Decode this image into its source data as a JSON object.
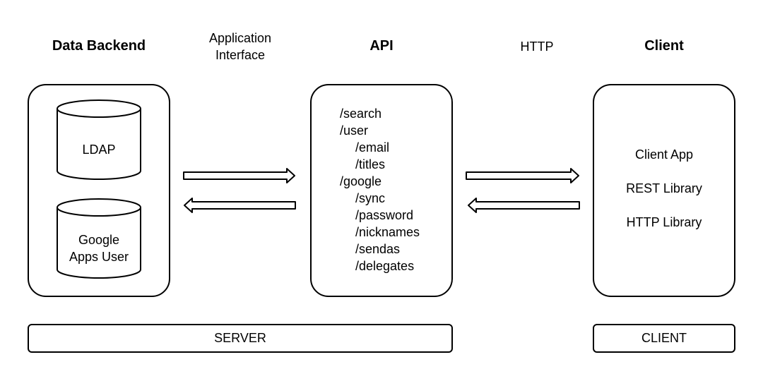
{
  "headings": {
    "backend": "Data Backend",
    "app_interface": "Application\nInterface",
    "api": "API",
    "http": "HTTP",
    "client": "Client"
  },
  "backend": {
    "databases": [
      {
        "label": "LDAP",
        "icon": "database-cylinder-icon"
      },
      {
        "label": "Google\nApps User",
        "icon": "database-cylinder-icon"
      }
    ]
  },
  "api": {
    "endpoints": [
      {
        "path": "/search",
        "level": 0
      },
      {
        "path": "/user",
        "level": 0
      },
      {
        "path": "/email",
        "level": 1
      },
      {
        "path": "/titles",
        "level": 1
      },
      {
        "path": "/google",
        "level": 0
      },
      {
        "path": "/sync",
        "level": 1
      },
      {
        "path": "/password",
        "level": 1
      },
      {
        "path": "/nicknames",
        "level": 1
      },
      {
        "path": "/sendas",
        "level": 1
      },
      {
        "path": "/delegates",
        "level": 1
      }
    ]
  },
  "client": {
    "items": [
      "Client App",
      "REST Library",
      "HTTP Library"
    ]
  },
  "footer": {
    "server": "SERVER",
    "client": "CLIENT"
  }
}
